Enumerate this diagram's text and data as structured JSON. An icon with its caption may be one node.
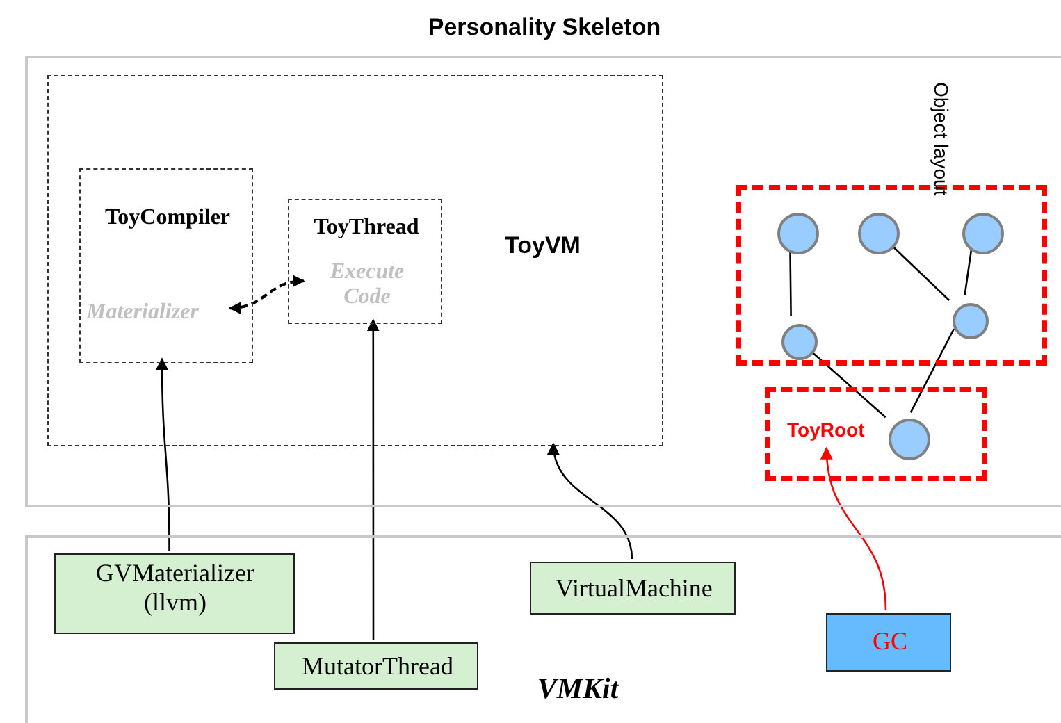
{
  "diagram": {
    "nodes": [
      {
        "text": [
          "Personality Skeleton"
        ]
      },
      {
        "text": [
          "ToyVM"
        ],
        "in": 0
      },
      {
        "text": [
          "ToyCompiler",
          "Materializer"
        ],
        "in": 1
      },
      {
        "text": [
          "ToyThread",
          "Execute Code"
        ],
        "in": 1
      },
      {
        "text": [
          "Object layout"
        ],
        "in": 0
      },
      {
        "text": [],
        "shape": "circle",
        "in": 4
      },
      {
        "text": [],
        "shape": "circle",
        "in": 4
      },
      {
        "text": [],
        "shape": "circle",
        "in": 4
      },
      {
        "text": [],
        "shape": "circle",
        "in": 4
      },
      {
        "text": [],
        "shape": "circle",
        "in": 4
      },
      {
        "text": [
          "ToyRoot"
        ],
        "in": 0
      },
      {
        "text": [],
        "shape": "circle",
        "in": 10
      },
      {
        "text": [
          "VMKit"
        ]
      },
      {
        "text": [
          "GVMaterializer (llvm)"
        ],
        "in": 12
      },
      {
        "text": [
          "MutatorThread"
        ],
        "in": 12
      },
      {
        "text": [
          "VirtualMachine"
        ],
        "in": 12
      },
      {
        "text": [
          "GC"
        ],
        "in": 12
      }
    ],
    "edges": [
      {
        "from": 2,
        "to": 3,
        "arrow": "both",
        "style": "dashed"
      },
      {
        "from": 13,
        "to": 2,
        "arrow": "to"
      },
      {
        "from": 14,
        "to": 3,
        "arrow": "to"
      },
      {
        "from": 15,
        "to": 1,
        "arrow": "to"
      },
      {
        "from": 16,
        "to": 10,
        "arrow": "to",
        "color": "#ff0000"
      },
      {
        "from": 5,
        "to": 8,
        "arrow": "none"
      },
      {
        "from": 6,
        "to": 9,
        "arrow": "none"
      },
      {
        "from": 7,
        "to": 9,
        "arrow": "none"
      },
      {
        "from": 8,
        "to": 11,
        "arrow": "none"
      },
      {
        "from": 9,
        "to": 11,
        "arrow": "none"
      }
    ]
  }
}
